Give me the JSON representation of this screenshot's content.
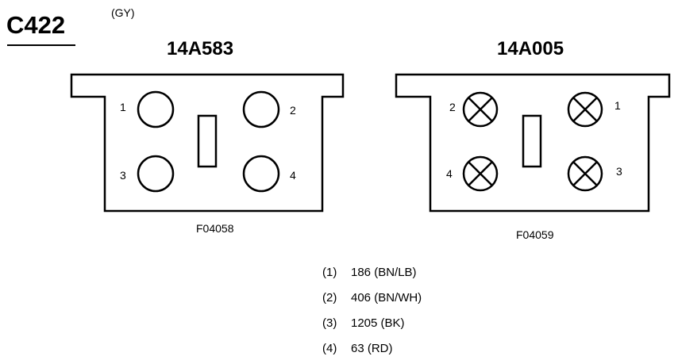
{
  "connector": {
    "id": "C422",
    "color": "(GY)"
  },
  "left_view": {
    "part_number": "14A583",
    "figure_code": "F04058",
    "pins": [
      "1",
      "2",
      "3",
      "4"
    ]
  },
  "right_view": {
    "part_number": "14A005",
    "figure_code": "F04059",
    "pins": [
      "2",
      "1",
      "4",
      "3"
    ]
  },
  "legend": [
    {
      "pin": "(1)",
      "circuit": "186 (BN/LB)"
    },
    {
      "pin": "(2)",
      "circuit": "406 (BN/WH)"
    },
    {
      "pin": "(3)",
      "circuit": "1205 (BK)"
    },
    {
      "pin": "(4)",
      "circuit": "63 (RD)"
    }
  ]
}
